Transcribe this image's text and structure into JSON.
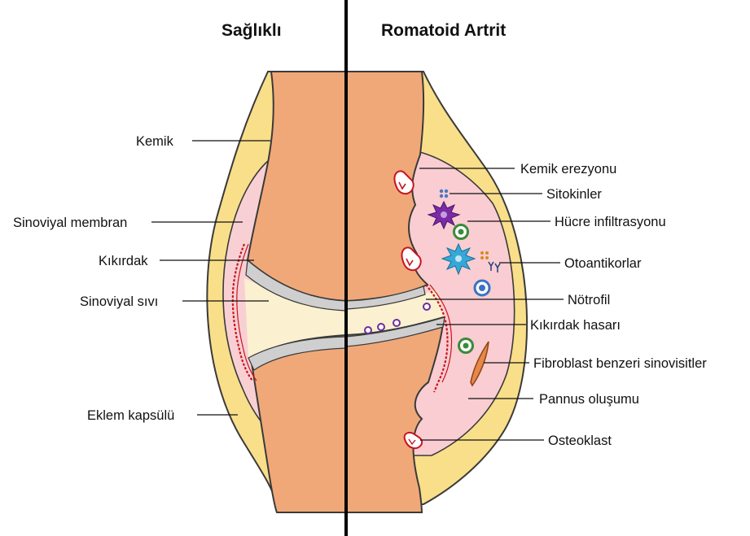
{
  "titles": {
    "healthy": "Sağlıklı",
    "ra": "Romatoid Artrit"
  },
  "labels_left": {
    "bone": "Kemik",
    "synovial_membrane": "Sinoviyal membran",
    "cartilage": "Kıkırdak",
    "synovial_fluid": "Sinoviyal sıvı",
    "joint_capsule": "Eklem kapsülü"
  },
  "labels_right": {
    "bone_erosion": "Kemik erezyonu",
    "cytokines": "Sitokinler",
    "cell_infiltration": "Hücre infiltrasyonu",
    "autoantibodies": "Otoantikorlar",
    "neutrophil": "Nötrofil",
    "cartilage_damage": "Kıkırdak hasarı",
    "fibroblast_like_synoviocytes": "Fibroblast benzeri sinovisitler",
    "pannus_formation": "Pannus oluşumu",
    "osteoclast": "Osteoklast"
  },
  "colors": {
    "capsule": "#f9df8a",
    "capsule_outline": "#3a3a3a",
    "bone": "#f0a878",
    "synovium": "#f8d0d4",
    "inflamed_synovium": "#f9cdd2",
    "cartilage": "#cfcfd0",
    "fluid": "#fbf0cf",
    "membrane_line": "#c8141e"
  }
}
